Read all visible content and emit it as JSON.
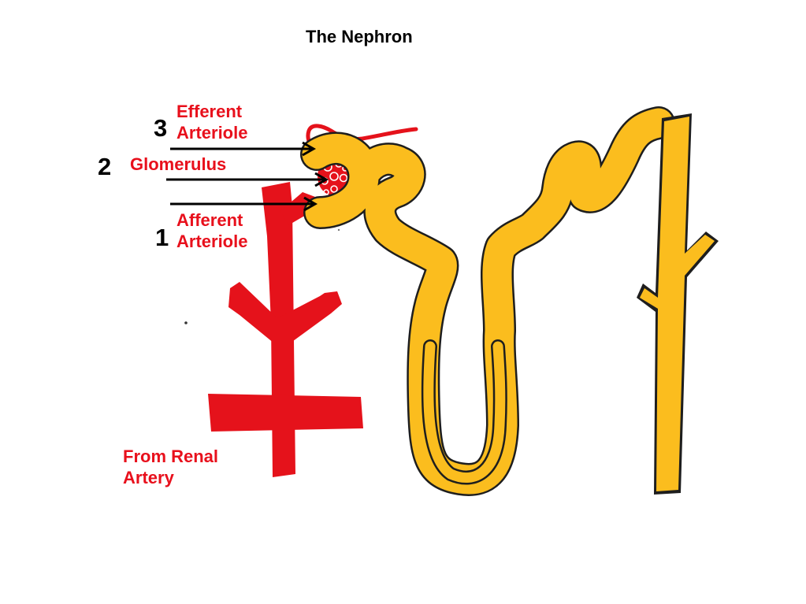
{
  "title": "The Nephron",
  "labels": {
    "efferent": [
      "Efferent",
      "Arteriole"
    ],
    "glomerulus": "Glomerulus",
    "afferent": [
      "Afferent",
      "Arteriole"
    ],
    "renal_artery": [
      "From Renal",
      "Artery"
    ],
    "numbers": [
      "3",
      "2",
      "1"
    ]
  },
  "colors": {
    "label_red": "#e8101c",
    "artery_red": "#e5121b",
    "tubule_yellow": "#fbbd1e",
    "outline": "#1e1e1e",
    "arrow": "#000000",
    "text": "#000000"
  }
}
